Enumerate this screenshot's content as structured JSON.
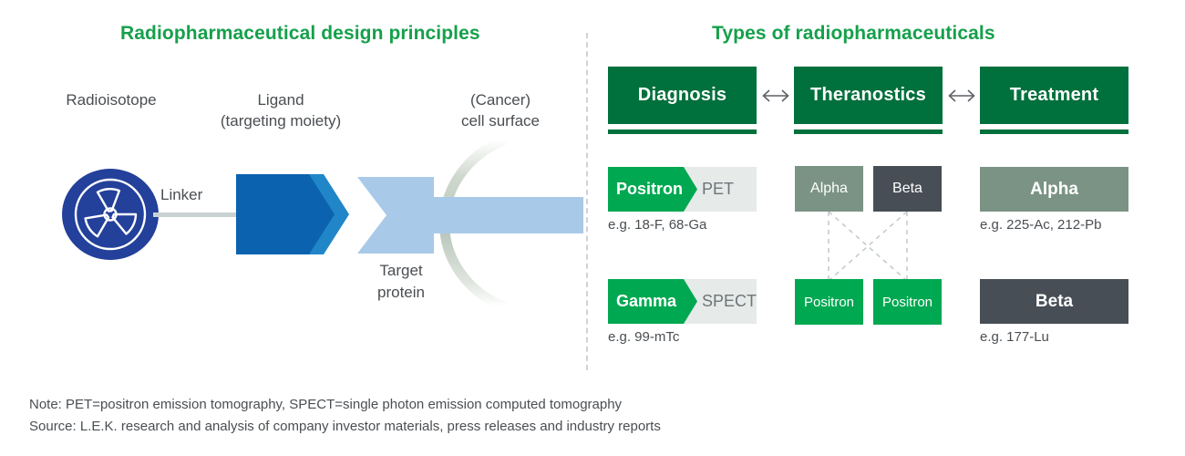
{
  "left_panel": {
    "title": "Radiopharmaceutical design principles",
    "labels": {
      "radioisotope": "Radioisotope",
      "ligand_line1": "Ligand",
      "ligand_line2": "(targeting moiety)",
      "cell_line1": "(Cancer)",
      "cell_line2": "cell surface",
      "linker": "Linker",
      "target_line1": "Target",
      "target_line2": "protein"
    },
    "icons": {
      "radioisotope": "radiation-trefoil-icon",
      "ligand": "ligand-arrow-shape",
      "target_protein": "target-protein-shape",
      "cell_surface": "cell-surface-arc"
    }
  },
  "right_panel": {
    "title": "Types of radiopharmaceuticals",
    "headers": [
      {
        "label": "Diagnosis"
      },
      {
        "label": "Theranostics"
      },
      {
        "label": "Treatment"
      }
    ],
    "arrows": {
      "glyph": "↔",
      "name": "double-headed-arrow-icon"
    },
    "modalities": [
      {
        "particle": "Positron",
        "technique": "PET",
        "example": "e.g. 18-F, 68-Ga"
      },
      {
        "particle": "Gamma",
        "technique": "SPECT",
        "example": "e.g. 99-mTc"
      }
    ],
    "theranostics_chips": {
      "top": [
        {
          "label": "Alpha"
        },
        {
          "label": "Beta"
        }
      ],
      "bottom": [
        {
          "label": "Positron"
        },
        {
          "label": "Positron"
        }
      ]
    },
    "treatment_blocks": [
      {
        "label": "Alpha",
        "example": "e.g. 225-Ac, 212-Pb"
      },
      {
        "label": "Beta",
        "example": "e.g. 177-Lu"
      }
    ]
  },
  "footnotes": {
    "note": "Note: PET=positron emission tomography, SPECT=single photon emission computed tomography",
    "source": "Source: L.E.K. research and analysis of company investor materials, press releases and industry reports"
  },
  "colors": {
    "title_green": "#15a04b",
    "header_green": "#00703c",
    "bright_green": "#00a851",
    "light_gray_bar": "#e6eae8",
    "sage": "#7b9384",
    "slate": "#474e55",
    "isotope_blue": "#23409a",
    "ligand_blue": "#0b62ae",
    "ligand_blue_light": "#2186c8",
    "protein_blue": "#a9c9e8",
    "text_gray": "#4a4e52"
  }
}
